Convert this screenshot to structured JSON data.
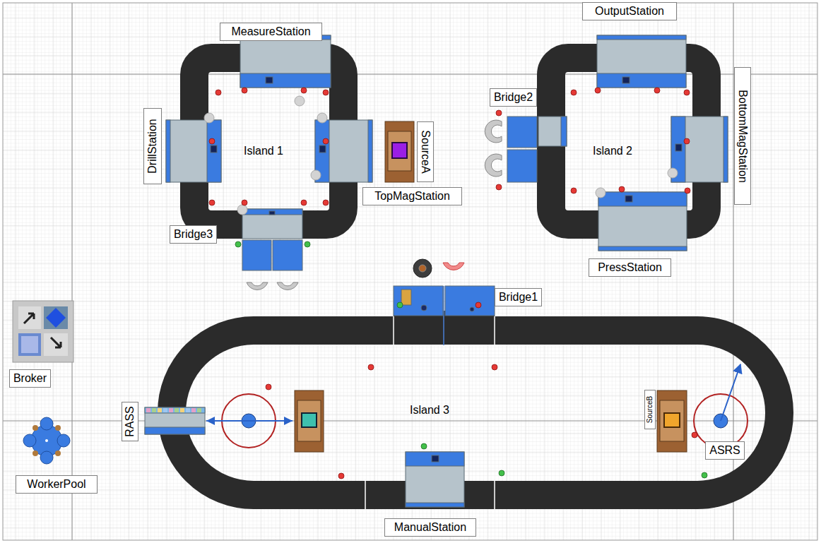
{
  "diagram": {
    "nodes": [
      {
        "text": [
          "MeasureStation"
        ]
      },
      {
        "text": [
          "OutputStation"
        ]
      },
      {
        "text": [
          "Bridge2"
        ]
      },
      {
        "text": [
          "DrillStation"
        ]
      },
      {
        "text": [
          "Island 1"
        ]
      },
      {
        "text": [
          "SourceA"
        ]
      },
      {
        "text": [
          "BottomMagStation"
        ]
      },
      {
        "text": [
          "Island 2"
        ]
      },
      {
        "text": [
          "TopMagStation"
        ]
      },
      {
        "text": [
          "Bridge3"
        ]
      },
      {
        "text": [
          "PressStation"
        ]
      },
      {
        "text": [
          "Bridge1"
        ]
      },
      {
        "text": [
          "Broker"
        ]
      },
      {
        "text": [
          "Island 3"
        ]
      },
      {
        "text": [
          "RASS"
        ]
      },
      {
        "text": [
          "SourceB"
        ]
      },
      {
        "text": [
          "ASRS"
        ]
      },
      {
        "text": [
          "WorkerPool"
        ]
      },
      {
        "text": [
          "ManualStation"
        ]
      }
    ]
  }
}
